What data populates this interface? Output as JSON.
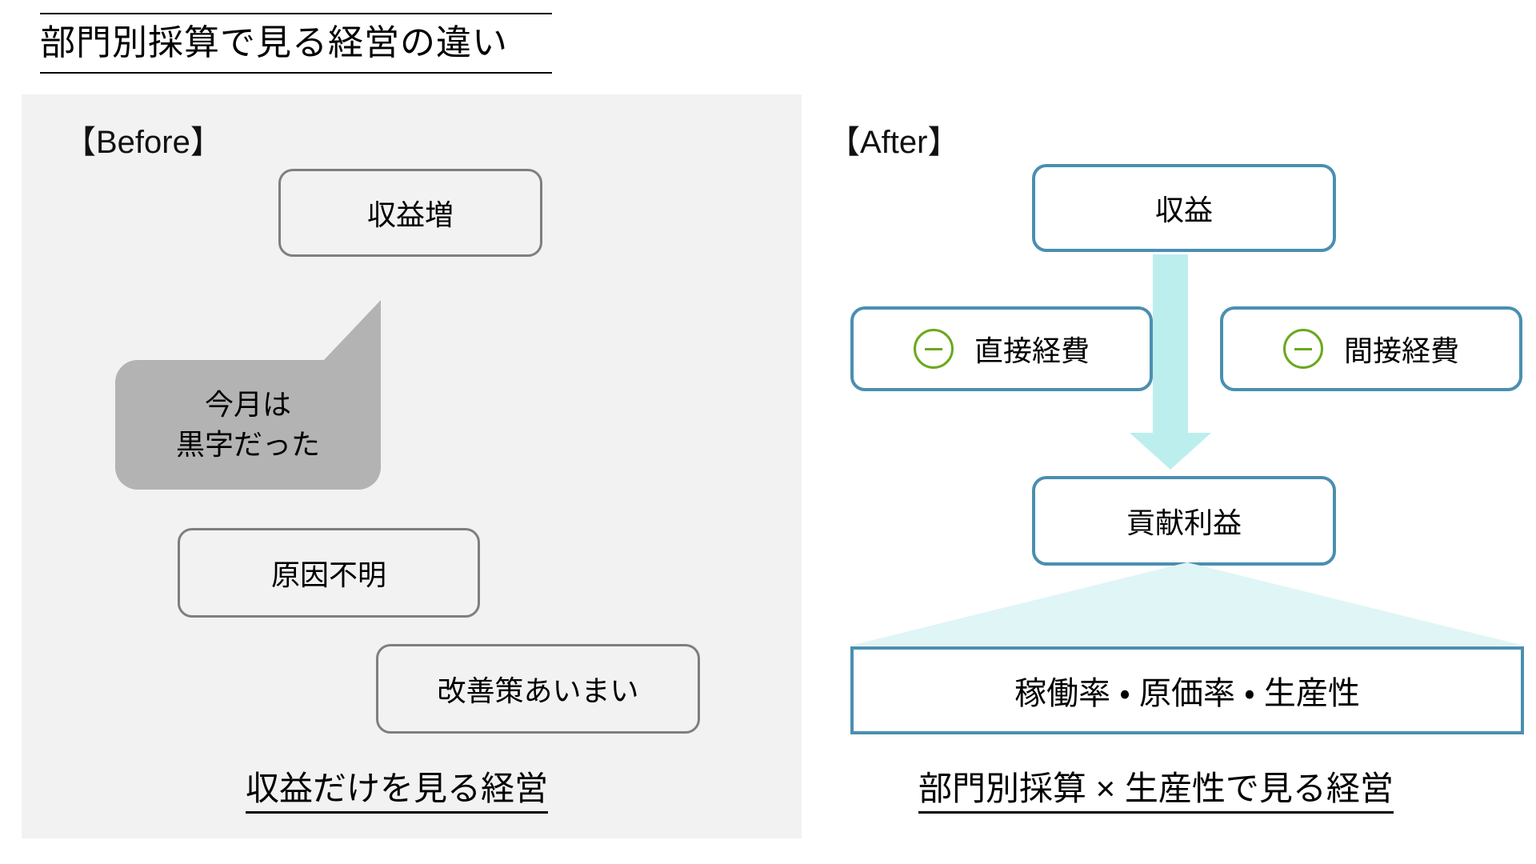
{
  "page": {
    "title": "部門別採算で見る経営の違い",
    "background": "#ffffff"
  },
  "colors": {
    "panel_bg": "#f2f2f2",
    "gray_border": "#7f7f7f",
    "bubble_fill": "#b3b3b3",
    "blue_border": "#4a8fb0",
    "arrow_fill": "#bdeeee",
    "fan_fill": "#e0f5f5",
    "minus_green": "#6aa81e",
    "text": "#000000"
  },
  "before": {
    "label": "【Before】",
    "boxes": [
      {
        "name": "revenue-up",
        "text": "収益増"
      },
      {
        "name": "cause-unknown",
        "text": "原因不明"
      },
      {
        "name": "measure-vague",
        "text": "改善策あいまい"
      }
    ],
    "speech_bubble": {
      "line1": "今月は",
      "line2": "黒字だった"
    },
    "caption": "収益だけを見る経営"
  },
  "after": {
    "label": "【After】",
    "revenue_box": "収益",
    "expenses": [
      {
        "name": "direct-expense",
        "icon": "minus-circle-icon",
        "text": "直接経費"
      },
      {
        "name": "indirect-expense",
        "icon": "minus-circle-icon",
        "text": "間接経費"
      }
    ],
    "profit_box": "貢献利益",
    "metrics_bar": "稼働率 ・ 原価率 ・ 生産性",
    "caption": "部門別採算 × 生産性で見る経営"
  }
}
